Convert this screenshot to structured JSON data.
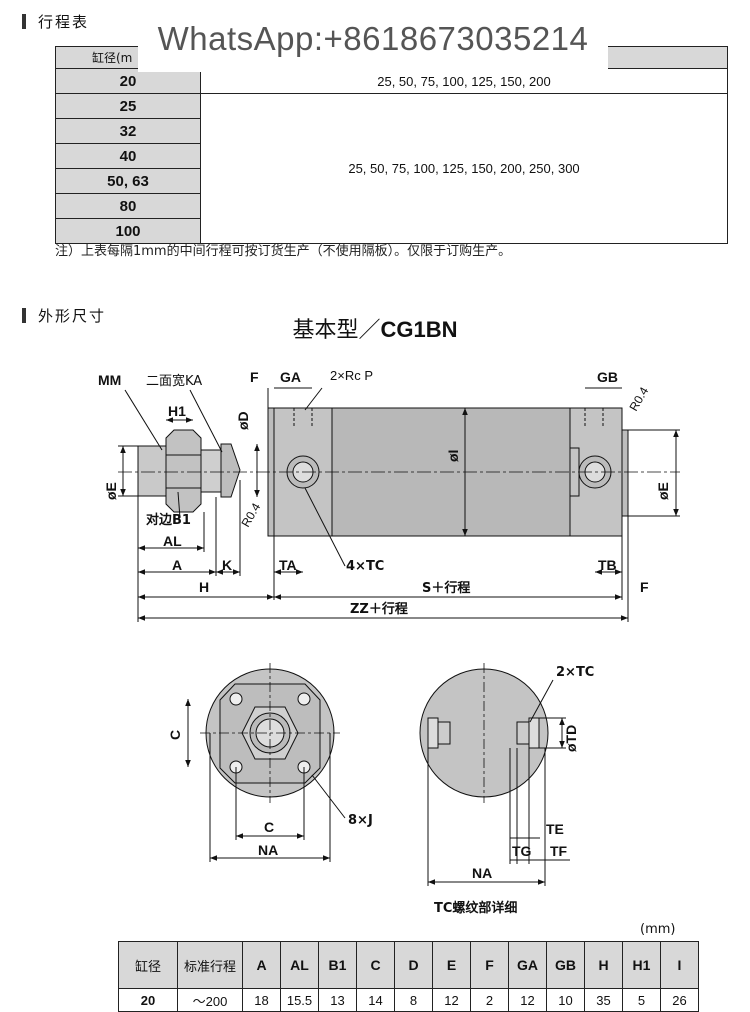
{
  "watermark": "WhatsApp:+8618673035214",
  "sections": {
    "stroke_table": "行程表",
    "outline": "外形尺寸"
  },
  "stroke_table": {
    "header_partial": "缸径(m",
    "rows": [
      {
        "bore": "20"
      },
      {
        "bore": "25"
      },
      {
        "bore": "32"
      },
      {
        "bore": "40"
      },
      {
        "bore": "50, 63"
      },
      {
        "bore": "80"
      },
      {
        "bore": "100"
      }
    ],
    "strokes_20": "25, 50, 75, 100, 125, 150, 200",
    "strokes_25_100": "25, 50, 75, 100, 125, 150, 200, 250, 300"
  },
  "note": "注）上表每隔1mm的中间行程可按订货生产（不使用隔板）。仅限于订购生产。",
  "model": {
    "type_cn": "基本型／",
    "code": "CG1BN"
  },
  "drawing_labels": {
    "MM": "MM",
    "KA": "二面宽KA",
    "F": "F",
    "GA": "GA",
    "P": "2×Rc P",
    "GB": "GB",
    "R04": "R0.4",
    "H1": "H1",
    "D": "øD",
    "I": "øI",
    "E": "øE",
    "B1": "对边B1",
    "AL": "AL",
    "A": "A",
    "K": "K",
    "TA": "TA",
    "TC4": "4×TC",
    "TB": "TB",
    "H": "H",
    "S": "S＋行程",
    "ZZ": "ZZ＋行程",
    "C": "C",
    "J": "8×J",
    "NA": "NA",
    "TC2": "2×TC",
    "TD": "øTD",
    "TE": "TE",
    "TG": "TG",
    "TF": "TF",
    "detail_caption": "TC螺纹部详细"
  },
  "dims_table": {
    "unit": "(mm)",
    "headers": [
      "缸径",
      "标准行程",
      "A",
      "AL",
      "B1",
      "C",
      "D",
      "E",
      "F",
      "GA",
      "GB",
      "H",
      "H1",
      "I"
    ],
    "rows": [
      [
        "20",
        "～200",
        "18",
        "15.5",
        "13",
        "14",
        "8",
        "12",
        "2",
        "12",
        "10",
        "35",
        "5",
        "26"
      ]
    ]
  }
}
